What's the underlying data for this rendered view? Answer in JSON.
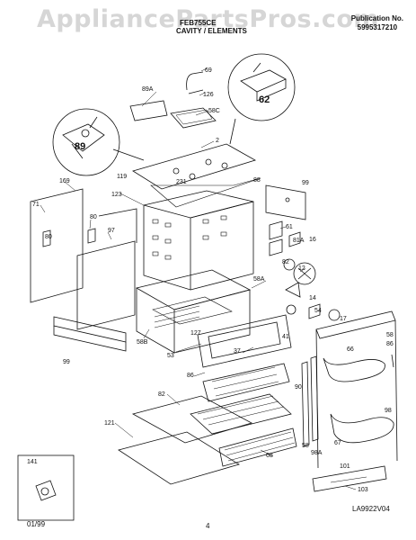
{
  "watermark": "AppliancePartsPros.com",
  "header": {
    "model": "FEB755CE",
    "section": "CAVITY / ELEMENTS",
    "publication_label": "Publication No.",
    "publication_no": "5995317210"
  },
  "footer": {
    "date": "01/99",
    "page": "4",
    "drawing_code": "LA9922V04"
  },
  "callouts": {
    "c69": "69",
    "c126": "126",
    "c89a": "89A",
    "c58c": "58C",
    "c62": "62",
    "c89": "89",
    "c2": "2",
    "c119": "119",
    "c169": "169",
    "c123": "123",
    "c231": "231",
    "c88": "88",
    "c99": "99",
    "c71": "71",
    "c80a": "80",
    "c97": "97",
    "c61": "61",
    "c80b": "80",
    "c81a": "81A",
    "c16": "16",
    "c82": "82",
    "c12": "12",
    "c58a": "58A",
    "c14": "14",
    "c54": "54",
    "c17": "17",
    "c127": "127",
    "c41": "41",
    "c37": "37",
    "c58b": "58B",
    "c53": "53",
    "c86": "86",
    "c58": "58",
    "c99b": "99",
    "c86b": "86",
    "c90": "90",
    "c66": "66",
    "c82b": "82",
    "c98": "98",
    "c121": "121",
    "c68": "68",
    "c58d": "58",
    "c98a": "98A",
    "c67": "67",
    "c101": "101",
    "c103": "103",
    "c141": "141"
  }
}
